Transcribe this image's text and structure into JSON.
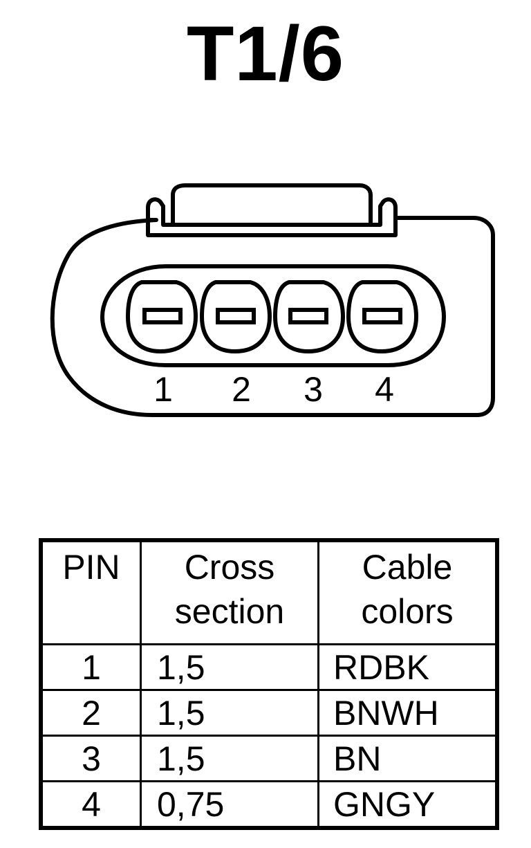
{
  "title": "T1/6",
  "connector": {
    "pin_labels": [
      "1",
      "2",
      "3",
      "4"
    ]
  },
  "table": {
    "headers": {
      "pin": "PIN",
      "cross_section_line1": "Cross",
      "cross_section_line2": "section",
      "cable_colors_line1": "Cable",
      "cable_colors_line2": "colors"
    },
    "rows": [
      {
        "pin": "1",
        "cross_section": "1,5",
        "cable_colors": "RDBK"
      },
      {
        "pin": "2",
        "cross_section": "1,5",
        "cable_colors": "BNWH"
      },
      {
        "pin": "3",
        "cross_section": "1,5",
        "cable_colors": "BN"
      },
      {
        "pin": "4",
        "cross_section": "0,75",
        "cable_colors": "GNGY"
      }
    ]
  }
}
